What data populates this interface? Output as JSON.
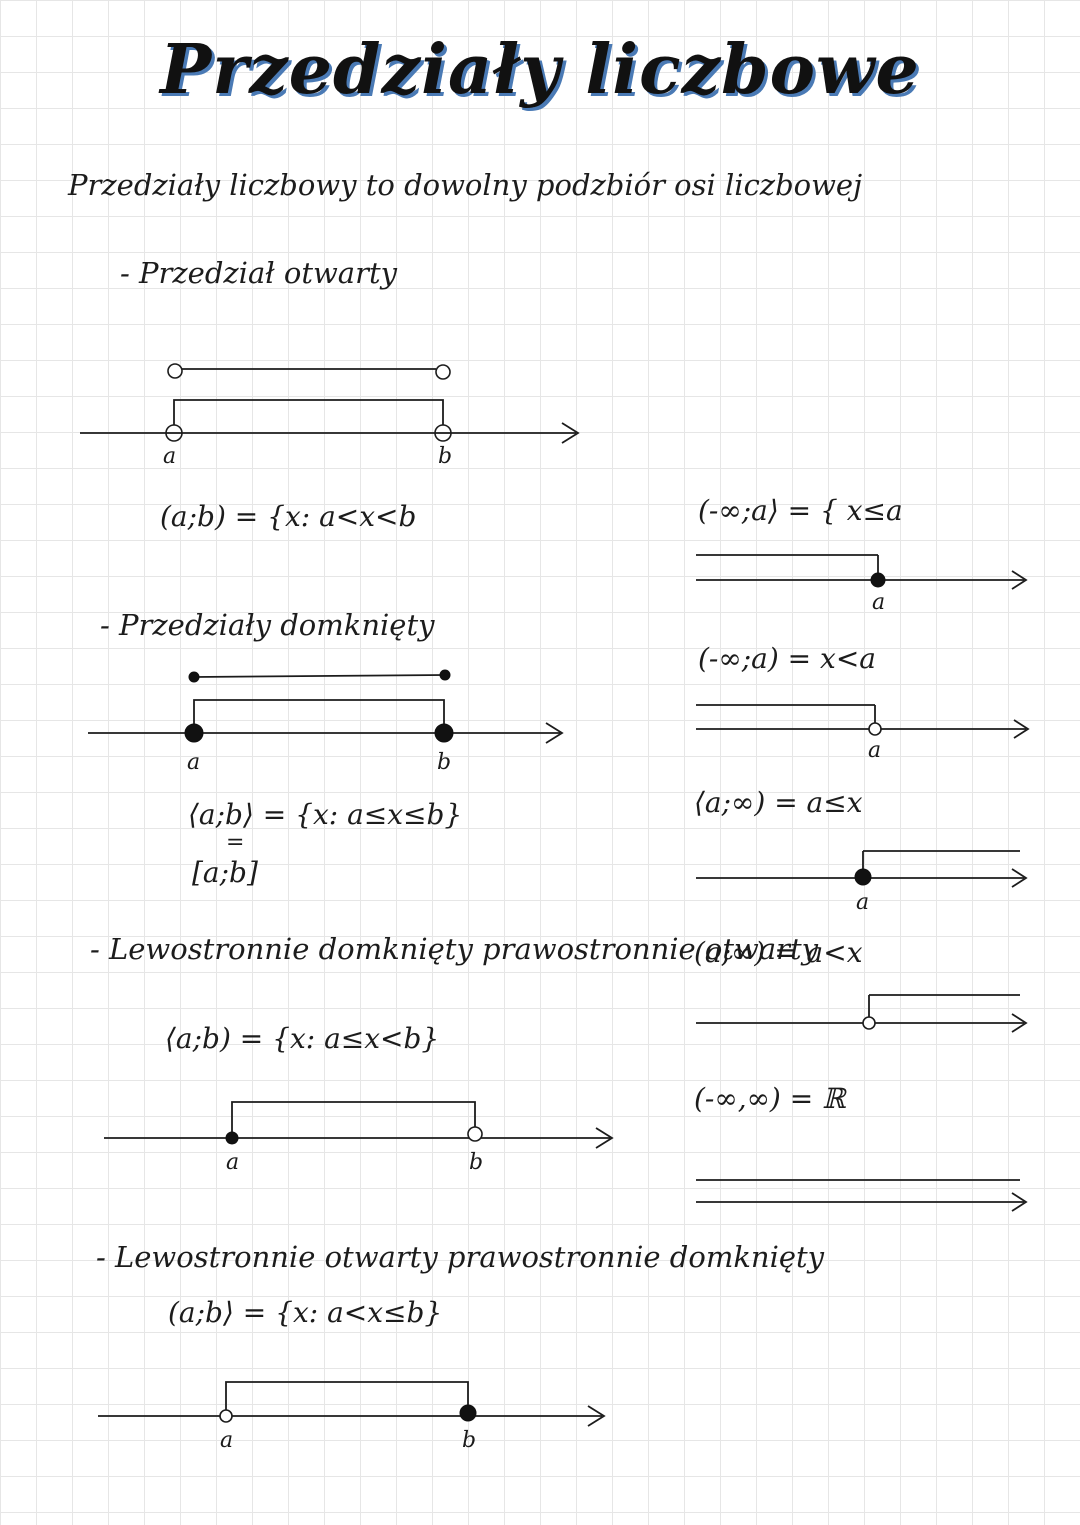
{
  "title": "Przedziały liczbowe",
  "definition": "Przedziały liczbowy to dowolny podzbiór osi liczbowej",
  "sections": {
    "open": {
      "heading": "- Przedział otwarty",
      "formula": "(a;b) = {x: a<x<b",
      "label_a": "a",
      "label_b": "b"
    },
    "closed": {
      "heading": "- Przedziały domknięty",
      "formula": "⟨a;b⟩ = {x: a≤x≤b}",
      "equals": "=",
      "alt": "[a;b]",
      "label_a": "a",
      "label_b": "b"
    },
    "left_closed": {
      "heading": "- Lewostronnie domknięty prawostronnie otwarty",
      "formula": "⟨a;b) = {x: a≤x<b}",
      "label_a": "a",
      "label_b": "b"
    },
    "left_open": {
      "heading": "- Lewostronnie otwarty prawostronnie domknięty",
      "formula": "(a;b⟩ = {x: a<x≤b}",
      "label_a": "a",
      "label_b": "b"
    }
  },
  "rays": [
    {
      "formula": "(-∞;a⟩ = { x≤a",
      "label": "a"
    },
    {
      "formula": "(-∞;a) = x<a",
      "label": "a"
    },
    {
      "formula": "⟨a;∞) = a≤x",
      "label": "a"
    },
    {
      "formula": "(a;∞) = a<x",
      "label": "a"
    },
    {
      "formula": "(-∞,∞) = ℝ"
    }
  ]
}
